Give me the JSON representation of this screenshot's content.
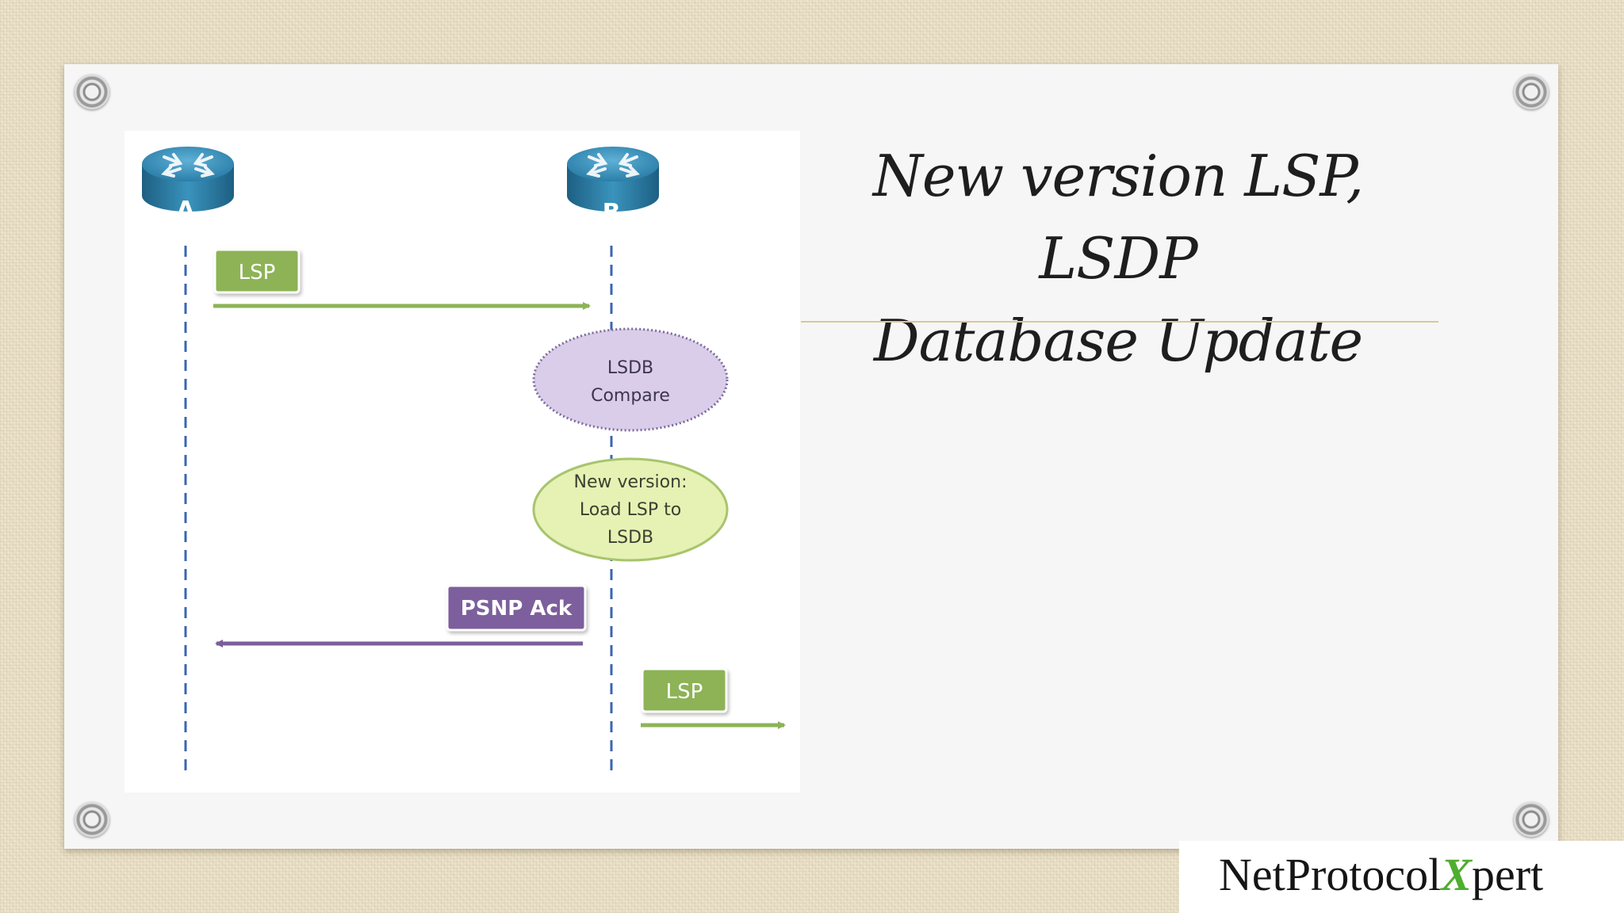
{
  "slide": {
    "title_line1": "New version LSP, LSDP",
    "title_line2": "Database Update"
  },
  "diagram": {
    "router_a": "A",
    "router_b": "B",
    "msg_lsp_1": "LSP",
    "lsdb_compare": [
      "LSDB",
      "Compare"
    ],
    "new_version": [
      "New version:",
      "Load LSP to",
      "LSDB"
    ],
    "msg_psnp_ack": "PSNP Ack",
    "msg_lsp_2": "LSP"
  },
  "logo": {
    "part1": "NetProtocol",
    "part2": "X",
    "part3": "pert"
  },
  "colors": {
    "lsp_green": "#8db357",
    "psnp_purple": "#7b5e9c",
    "router_blue": "#2e7fa5",
    "lifeline_blue": "#3a66b0",
    "compare_lavender": "#d9cdea",
    "newversion_green": "#e5f2b4",
    "title_rule": "#d8c89a"
  }
}
